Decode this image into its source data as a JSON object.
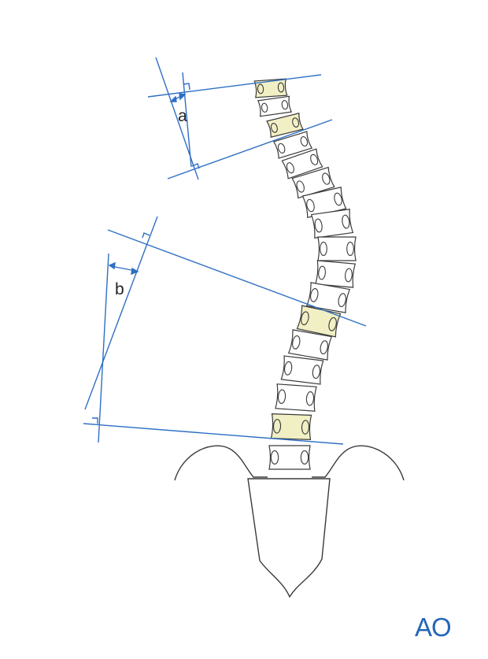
{
  "diagram": {
    "angle_labels": {
      "upper": "a",
      "lower": "b"
    }
  },
  "logo": {
    "text": "AO"
  },
  "colors": {
    "line": "#2e6fc4",
    "bone_outline": "#3a3a3a",
    "end_vertebra_fill": "#f1efc4",
    "vertebra_fill": "#ffffff",
    "logo": "#2566b8"
  }
}
